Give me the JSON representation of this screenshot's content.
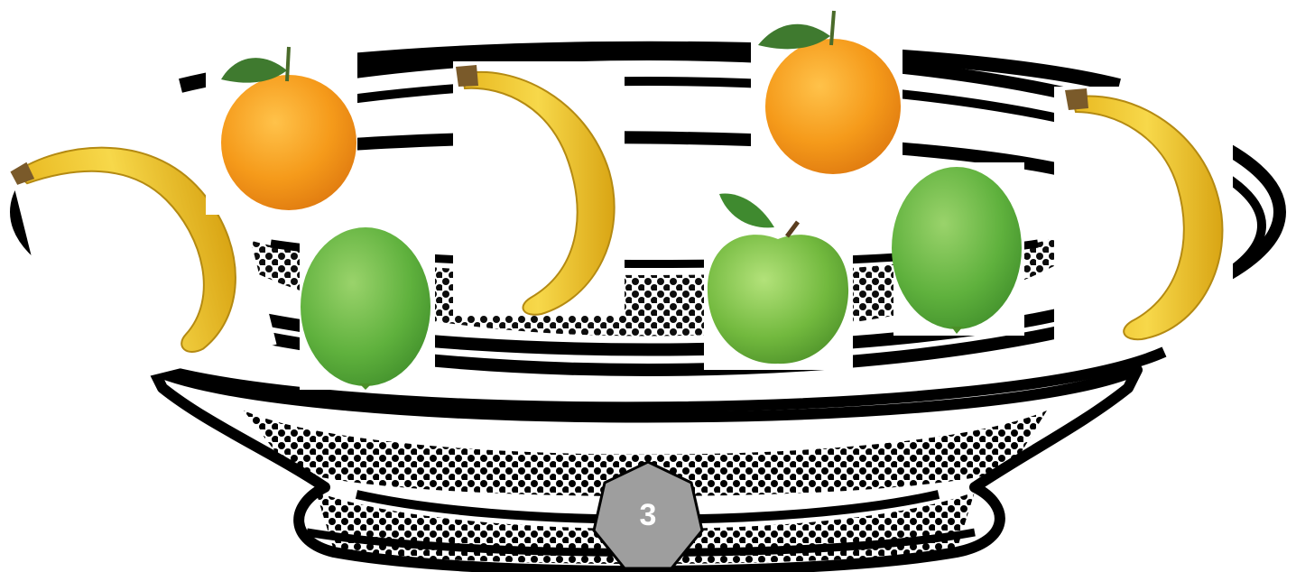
{
  "scene": {
    "background": "#ffffff",
    "bowl": {
      "outline_color": "#000000",
      "dot_pattern": "halftone"
    },
    "fruits": [
      {
        "kind": "banana",
        "icon": "banana-icon"
      },
      {
        "kind": "orange",
        "icon": "orange-icon"
      },
      {
        "kind": "lime",
        "icon": "lime-icon"
      },
      {
        "kind": "banana",
        "icon": "banana-icon"
      },
      {
        "kind": "orange",
        "icon": "orange-icon"
      },
      {
        "kind": "apple",
        "icon": "green-apple-icon"
      },
      {
        "kind": "lime",
        "icon": "lime-icon"
      },
      {
        "kind": "banana",
        "icon": "banana-icon"
      }
    ],
    "colors": {
      "banana": "#f2cf3c",
      "orange": "#f59a1a",
      "lime": "#6cbd45",
      "apple": "#7cc142",
      "leaf": "#3f7a2f",
      "badge": "#9e9e9e"
    }
  },
  "badge": {
    "label": "3"
  }
}
